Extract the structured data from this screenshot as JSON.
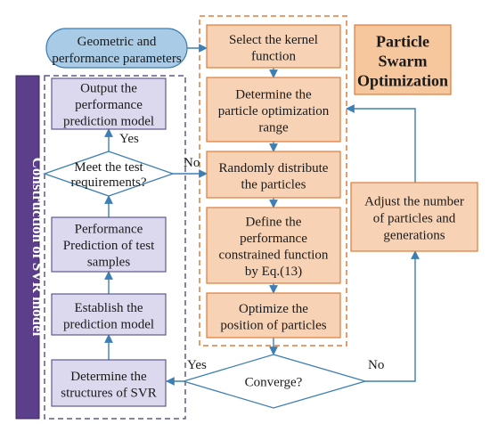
{
  "start_node": {
    "lines": [
      "Geometric  and",
      "performance parameters"
    ]
  },
  "pso_title": {
    "lines": [
      "Particle",
      "Swarm",
      "Optimization"
    ]
  },
  "svr_section_label": "Construction of SVR model",
  "pso_steps": [
    {
      "lines": [
        "Select the kernel",
        "function"
      ]
    },
    {
      "lines": [
        "Determine the",
        "particle optimization",
        "range"
      ]
    },
    {
      "lines": [
        "Randomly distribute",
        "the particles"
      ]
    },
    {
      "lines": [
        "Define the",
        "performance",
        "constrained function",
        "by Eq.(13)"
      ]
    },
    {
      "lines": [
        "Optimize the",
        "position of particles"
      ]
    }
  ],
  "svr_steps": [
    {
      "lines": [
        "Output the",
        "performance",
        "prediction model"
      ]
    },
    {
      "lines": [
        "Performance",
        "Prediction of test",
        "samples"
      ]
    },
    {
      "lines": [
        "Establish the",
        "prediction model"
      ]
    },
    {
      "lines": [
        "Determine the",
        "structures of SVR"
      ]
    }
  ],
  "adjust_node": {
    "lines": [
      "Adjust the number",
      "of particles and",
      "generations"
    ]
  },
  "decisions": {
    "test": {
      "lines": [
        "Meet the test",
        "requirements?"
      ]
    },
    "converge": {
      "lines": [
        "Converge?"
      ]
    }
  },
  "edge_labels": {
    "yes_top": "Yes",
    "no_mid": "No",
    "yes_bottom": "Yes",
    "no_bottom": "No"
  },
  "colors": {
    "start_fill": "#a9cbe6",
    "pso_fill": "#f7d2b4",
    "pso_stroke": "#e07b39",
    "pso_title_fill": "#f6c69d",
    "svr_fill": "#dcd9ef",
    "svr_stroke": "#5e5a8c",
    "svr_band": "#5b3f8a",
    "flow_stroke": "#3d7fb3"
  }
}
